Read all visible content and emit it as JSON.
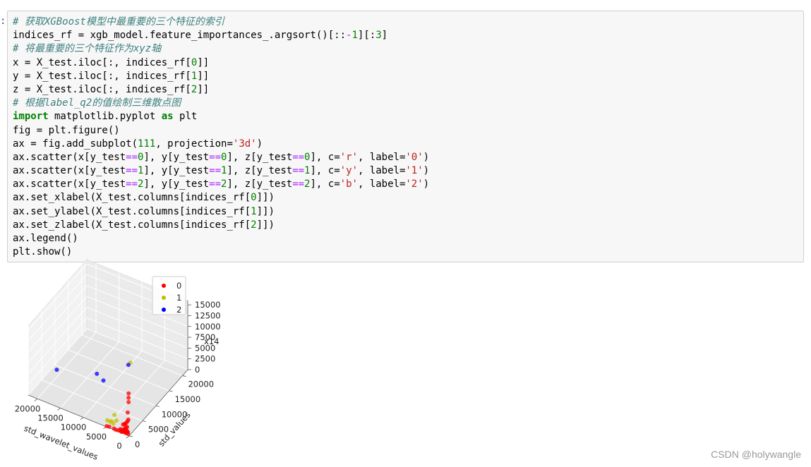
{
  "prompt_marker": ":",
  "code_lines": [
    [
      [
        "c-com",
        "# 获取XGBoost模型中最重要的三个特征的索引"
      ]
    ],
    [
      [
        "",
        "indices_rf = xgb_model.feature_importances_.argsort()[::"
      ],
      [
        "c-op",
        "-"
      ],
      [
        "c-num",
        "1"
      ],
      [
        "",
        "][:"
      ],
      [
        "c-num",
        "3"
      ],
      [
        "",
        "]"
      ]
    ],
    [
      [
        "c-com",
        "# 将最重要的三个特征作为xyz轴"
      ]
    ],
    [
      [
        "",
        "x = X_test.iloc[:, indices_rf["
      ],
      [
        "c-num",
        "0"
      ],
      [
        "",
        "]]"
      ]
    ],
    [
      [
        "",
        "y = X_test.iloc[:, indices_rf["
      ],
      [
        "c-num",
        "1"
      ],
      [
        "",
        "]]"
      ]
    ],
    [
      [
        "",
        "z = X_test.iloc[:, indices_rf["
      ],
      [
        "c-num",
        "2"
      ],
      [
        "",
        "]]"
      ]
    ],
    [
      [
        "c-com",
        "# 根据label_q2的值绘制三维散点图"
      ]
    ],
    [
      [
        "c-kw",
        "import"
      ],
      [
        "",
        " matplotlib.pyplot "
      ],
      [
        "c-kw",
        "as"
      ],
      [
        "",
        " plt"
      ]
    ],
    [
      [
        "",
        "fig = plt.figure()"
      ]
    ],
    [
      [
        "",
        "ax = fig.add_subplot("
      ],
      [
        "c-num",
        "111"
      ],
      [
        "",
        ", projection="
      ],
      [
        "c-str",
        "'3d'"
      ],
      [
        "",
        ")"
      ]
    ],
    [
      [
        "",
        "ax.scatter(x[y_test"
      ],
      [
        "c-op",
        "=="
      ],
      [
        "c-num",
        "0"
      ],
      [
        "",
        "], y[y_test"
      ],
      [
        "c-op",
        "=="
      ],
      [
        "c-num",
        "0"
      ],
      [
        "",
        "], z[y_test"
      ],
      [
        "c-op",
        "=="
      ],
      [
        "c-num",
        "0"
      ],
      [
        "",
        "], c="
      ],
      [
        "c-str",
        "'r'"
      ],
      [
        "",
        ", label="
      ],
      [
        "c-str",
        "'0'"
      ],
      [
        "",
        ")"
      ]
    ],
    [
      [
        "",
        "ax.scatter(x[y_test"
      ],
      [
        "c-op",
        "=="
      ],
      [
        "c-num",
        "1"
      ],
      [
        "",
        "], y[y_test"
      ],
      [
        "c-op",
        "=="
      ],
      [
        "c-num",
        "1"
      ],
      [
        "",
        "], z[y_test"
      ],
      [
        "c-op",
        "=="
      ],
      [
        "c-num",
        "1"
      ],
      [
        "",
        "], c="
      ],
      [
        "c-str",
        "'y'"
      ],
      [
        "",
        ", label="
      ],
      [
        "c-str",
        "'1'"
      ],
      [
        "",
        ")"
      ]
    ],
    [
      [
        "",
        "ax.scatter(x[y_test"
      ],
      [
        "c-op",
        "=="
      ],
      [
        "c-num",
        "2"
      ],
      [
        "",
        "], y[y_test"
      ],
      [
        "c-op",
        "=="
      ],
      [
        "c-num",
        "2"
      ],
      [
        "",
        "], z[y_test"
      ],
      [
        "c-op",
        "=="
      ],
      [
        "c-num",
        "2"
      ],
      [
        "",
        "], c="
      ],
      [
        "c-str",
        "'b'"
      ],
      [
        "",
        ", label="
      ],
      [
        "c-str",
        "'2'"
      ],
      [
        "",
        ")"
      ]
    ],
    [
      [
        "",
        "ax.set_xlabel(X_test.columns[indices_rf["
      ],
      [
        "c-num",
        "0"
      ],
      [
        "",
        "]])"
      ]
    ],
    [
      [
        "",
        "ax.set_ylabel(X_test.columns[indices_rf["
      ],
      [
        "c-num",
        "1"
      ],
      [
        "",
        "]])"
      ]
    ],
    [
      [
        "",
        "ax.set_zlabel(X_test.columns[indices_rf["
      ],
      [
        "c-num",
        "2"
      ],
      [
        "",
        "]])"
      ]
    ],
    [
      [
        "",
        "ax.legend()"
      ]
    ],
    [
      [
        "",
        "plt.show()"
      ]
    ]
  ],
  "chart_data": {
    "type": "scatter",
    "projection": "3d",
    "xlabel": "std_wavelet_values",
    "ylabel": "std_values",
    "zlabel": "x14",
    "xticks": [
      "0",
      "5000",
      "10000",
      "15000",
      "20000"
    ],
    "yticks": [
      "0",
      "5000",
      "10000",
      "15000",
      "20000"
    ],
    "zticks": [
      "0",
      "2500",
      "5000",
      "7500",
      "10000",
      "12500",
      "15000"
    ],
    "xlim": [
      0,
      22000
    ],
    "ylim": [
      0,
      22000
    ],
    "zlim": [
      0,
      16000
    ],
    "legend_position": "top",
    "series": [
      {
        "name": "0",
        "color": "#ff0000",
        "points": [
          [
            300,
            300,
            9500
          ],
          [
            300,
            300,
            8500
          ],
          [
            300,
            300,
            7500
          ],
          [
            500,
            300,
            5000
          ],
          [
            300,
            200,
            3500
          ],
          [
            500,
            300,
            3000
          ],
          [
            800,
            300,
            2500
          ],
          [
            1000,
            200,
            2200
          ],
          [
            1200,
            300,
            2000
          ],
          [
            1500,
            300,
            1800
          ],
          [
            700,
            400,
            1500
          ],
          [
            900,
            500,
            1200
          ],
          [
            1100,
            200,
            1000
          ],
          [
            1300,
            400,
            800
          ],
          [
            600,
            300,
            600
          ],
          [
            800,
            500,
            500
          ],
          [
            1000,
            400,
            400
          ],
          [
            1400,
            200,
            300
          ],
          [
            1700,
            300,
            250
          ],
          [
            2000,
            400,
            200
          ],
          [
            400,
            200,
            200
          ],
          [
            600,
            600,
            150
          ],
          [
            900,
            300,
            100
          ],
          [
            1200,
            500,
            100
          ],
          [
            1500,
            400,
            50
          ],
          [
            1800,
            200,
            50
          ],
          [
            2500,
            300,
            0
          ],
          [
            3000,
            200,
            0
          ],
          [
            3500,
            300,
            0
          ],
          [
            2200,
            500,
            300
          ],
          [
            4500,
            300,
            0
          ],
          [
            5000,
            200,
            0
          ]
        ]
      },
      {
        "name": "1",
        "color": "#bfbf00",
        "points": [
          [
            100,
            600,
            16500
          ],
          [
            3000,
            400,
            2000
          ],
          [
            3500,
            500,
            3000
          ],
          [
            4000,
            300,
            1500
          ],
          [
            4500,
            500,
            1000
          ],
          [
            3800,
            600,
            800
          ],
          [
            5000,
            400,
            1200
          ]
        ]
      },
      {
        "name": "2",
        "color": "#0000ff",
        "points": [
          [
            400,
            400,
            16000
          ],
          [
            12000,
            11000,
            0
          ],
          [
            14000,
            12000,
            0
          ],
          [
            21000,
            9000,
            0
          ]
        ]
      }
    ]
  },
  "watermark": "CSDN @holywangle"
}
